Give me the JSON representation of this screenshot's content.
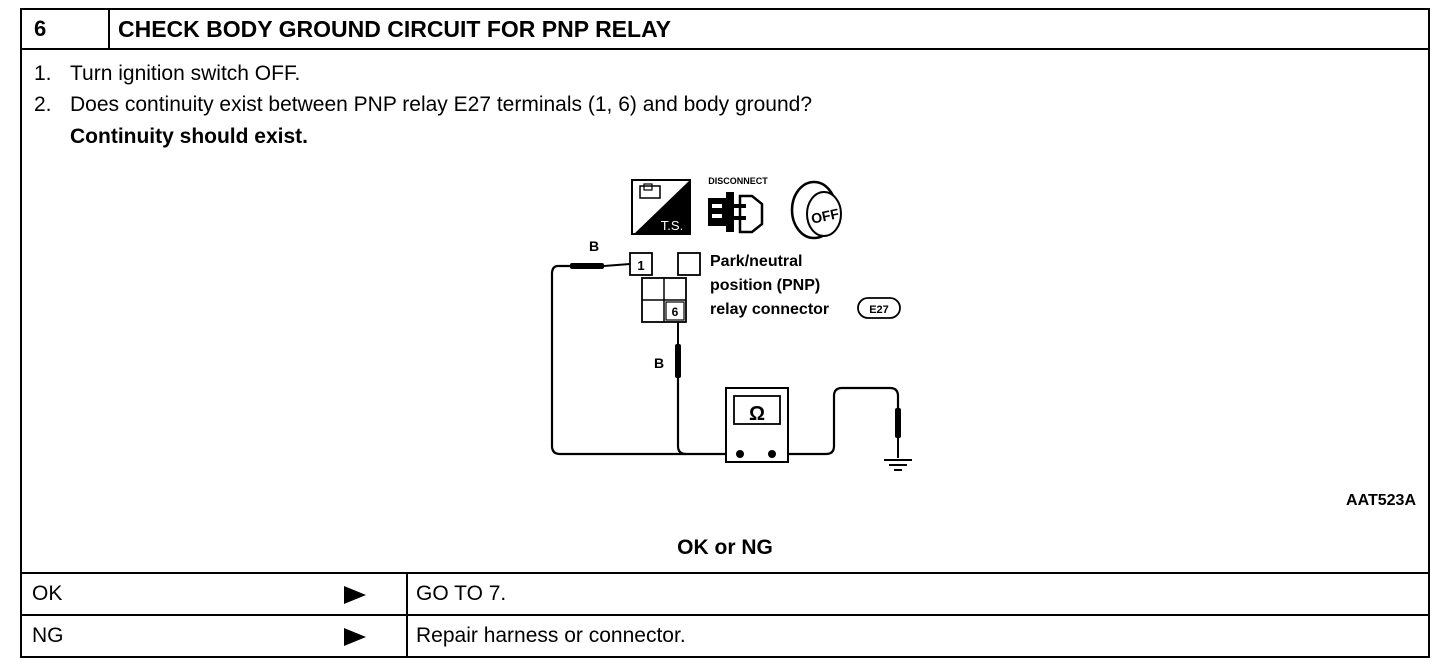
{
  "header": {
    "number": "6",
    "title": "CHECK BODY GROUND CIRCUIT FOR PNP RELAY"
  },
  "steps": [
    {
      "num": "1.",
      "text": "Turn ignition switch OFF."
    },
    {
      "num": "2.",
      "text": "Does continuity exist between PNP relay E27 terminals (1, 6) and body ground?"
    }
  ],
  "condition": "Continuity should exist.",
  "diagram": {
    "icons": [
      "tester-icon",
      "disconnect-icon",
      "ignition-off-icon"
    ],
    "ts_label": "T.S.",
    "disconnect_label": "DISCONNECT",
    "off_label": "OFF",
    "terminal_1": "1",
    "terminal_6": "6",
    "wire_color_top": "B",
    "wire_color_bottom": "B",
    "connector_label_line1": "Park/neutral",
    "connector_label_line2": "position (PNP)",
    "connector_label_line3": "relay connector",
    "connector_id": "E27",
    "meter_symbol": "Ω"
  },
  "figure_id": "AAT523A",
  "result_prompt": "OK or NG",
  "results": [
    {
      "key": "OK",
      "action": "GO TO 7."
    },
    {
      "key": "NG",
      "action": "Repair harness or connector."
    }
  ]
}
